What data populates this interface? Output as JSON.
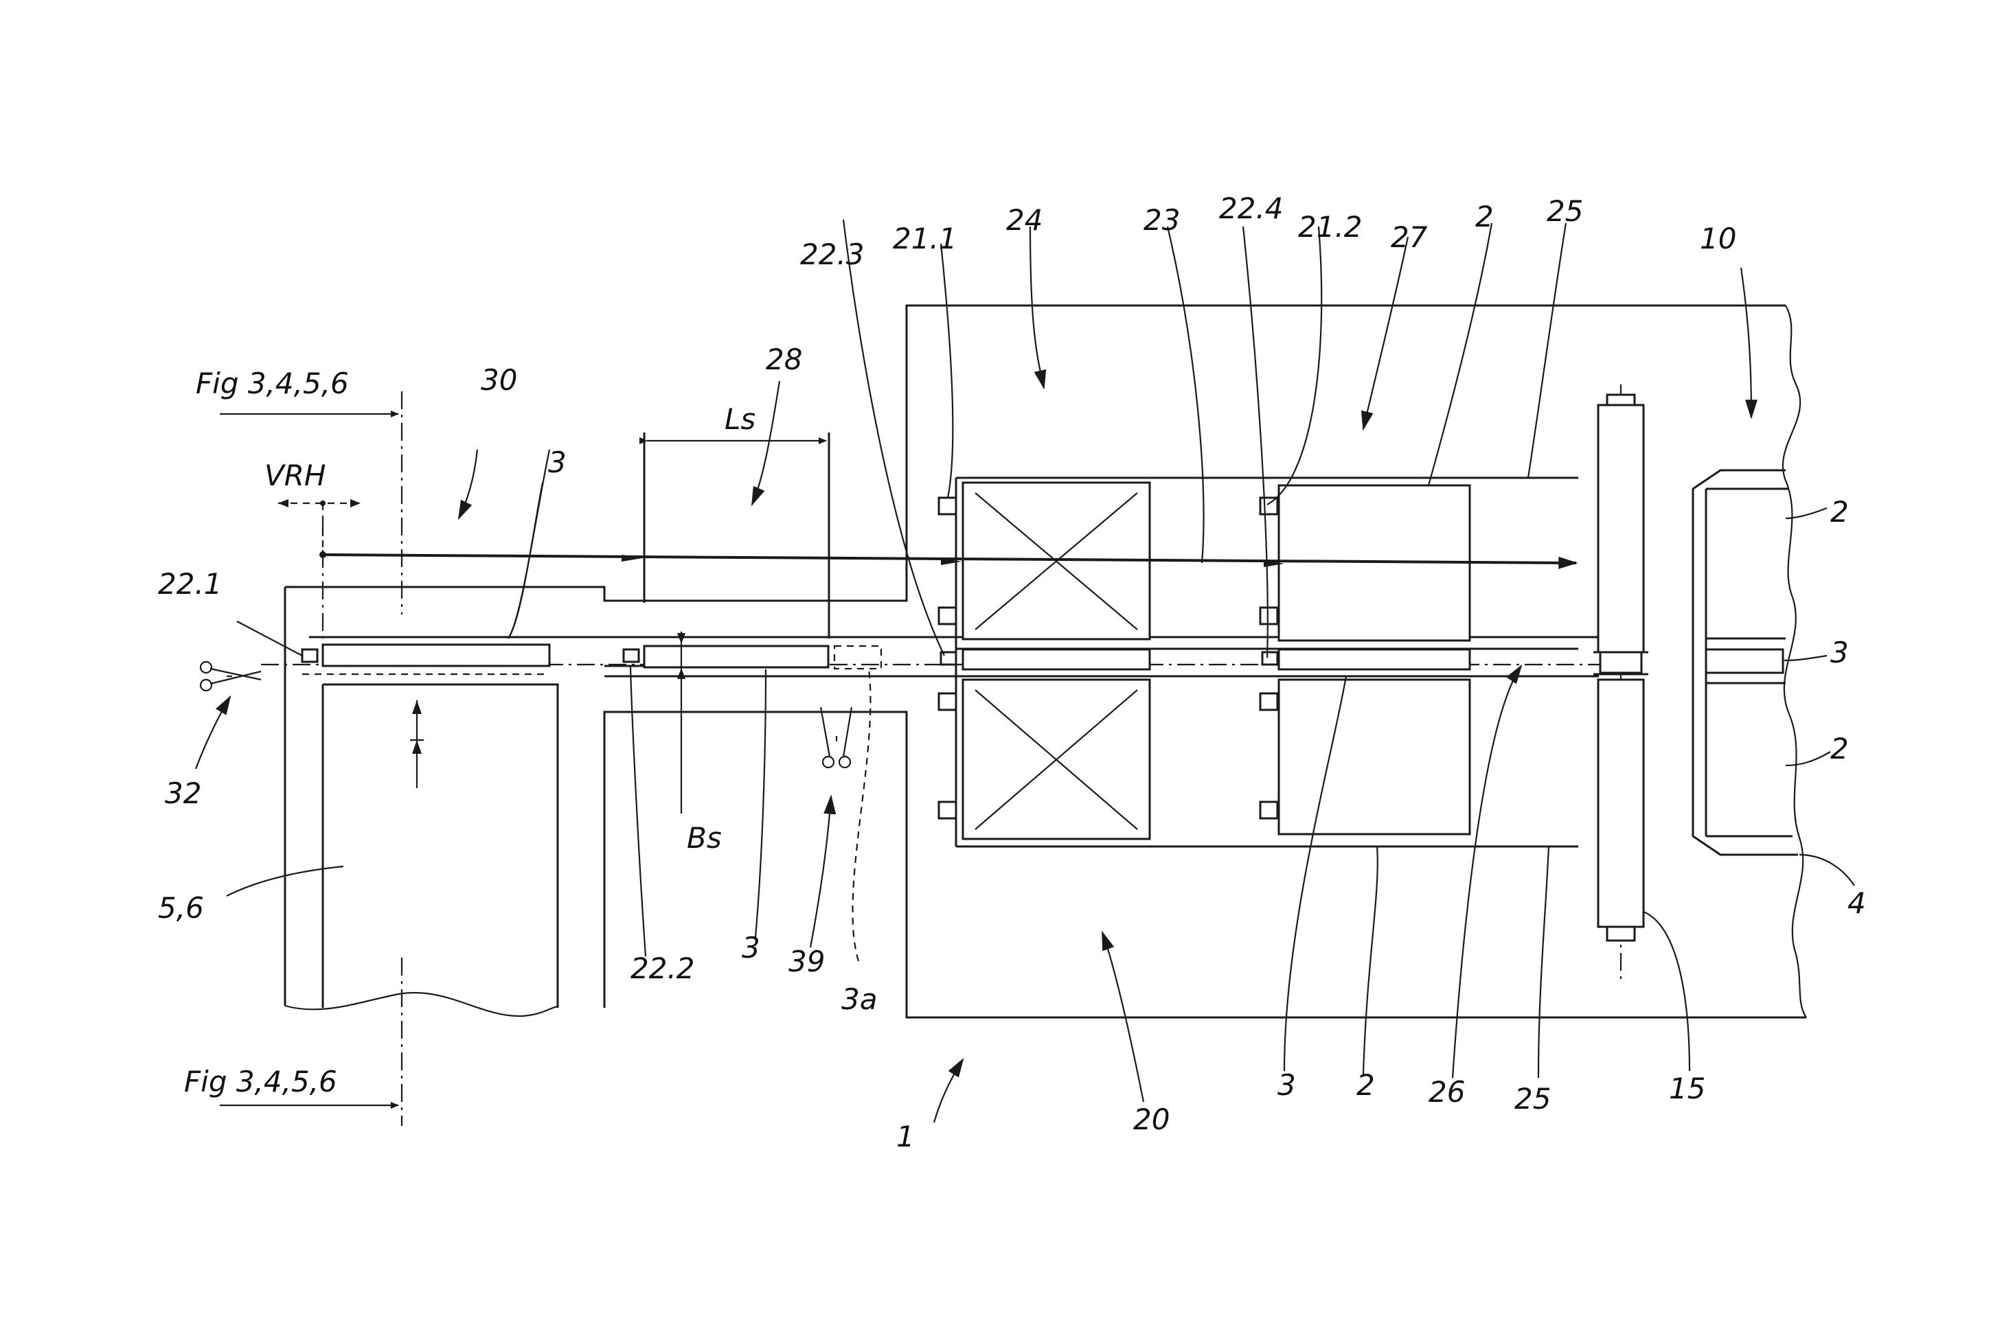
{
  "labels": {
    "fig_top": "Fig 3,4,5,6",
    "fig_bottom": "Fig 3,4,5,6",
    "v_rh": "VRH",
    "ls": "Ls",
    "bs": "Bs",
    "r30": "30",
    "r28": "28",
    "r22_3": "22.3",
    "r21_1": "21.1",
    "r24": "24",
    "r23": "23",
    "r22_4": "22.4",
    "r21_2": "21.2",
    "r27": "27",
    "r2_top": "2",
    "r25_top": "25",
    "r10": "10",
    "r3_left": "3",
    "r22_1": "22.1",
    "r32": "32",
    "r5_6": "5,6",
    "r22_2": "22.2",
    "r3_mid": "3",
    "r39": "39",
    "r3a": "3a",
    "r1": "1",
    "r20": "20",
    "r3_bottom": "3",
    "r2_bottom": "2",
    "r26": "26",
    "r25_bottom": "25",
    "r15": "15",
    "r2_right_top": "2",
    "r3_right": "3",
    "r2_right_bottom": "2",
    "r4": "4"
  }
}
